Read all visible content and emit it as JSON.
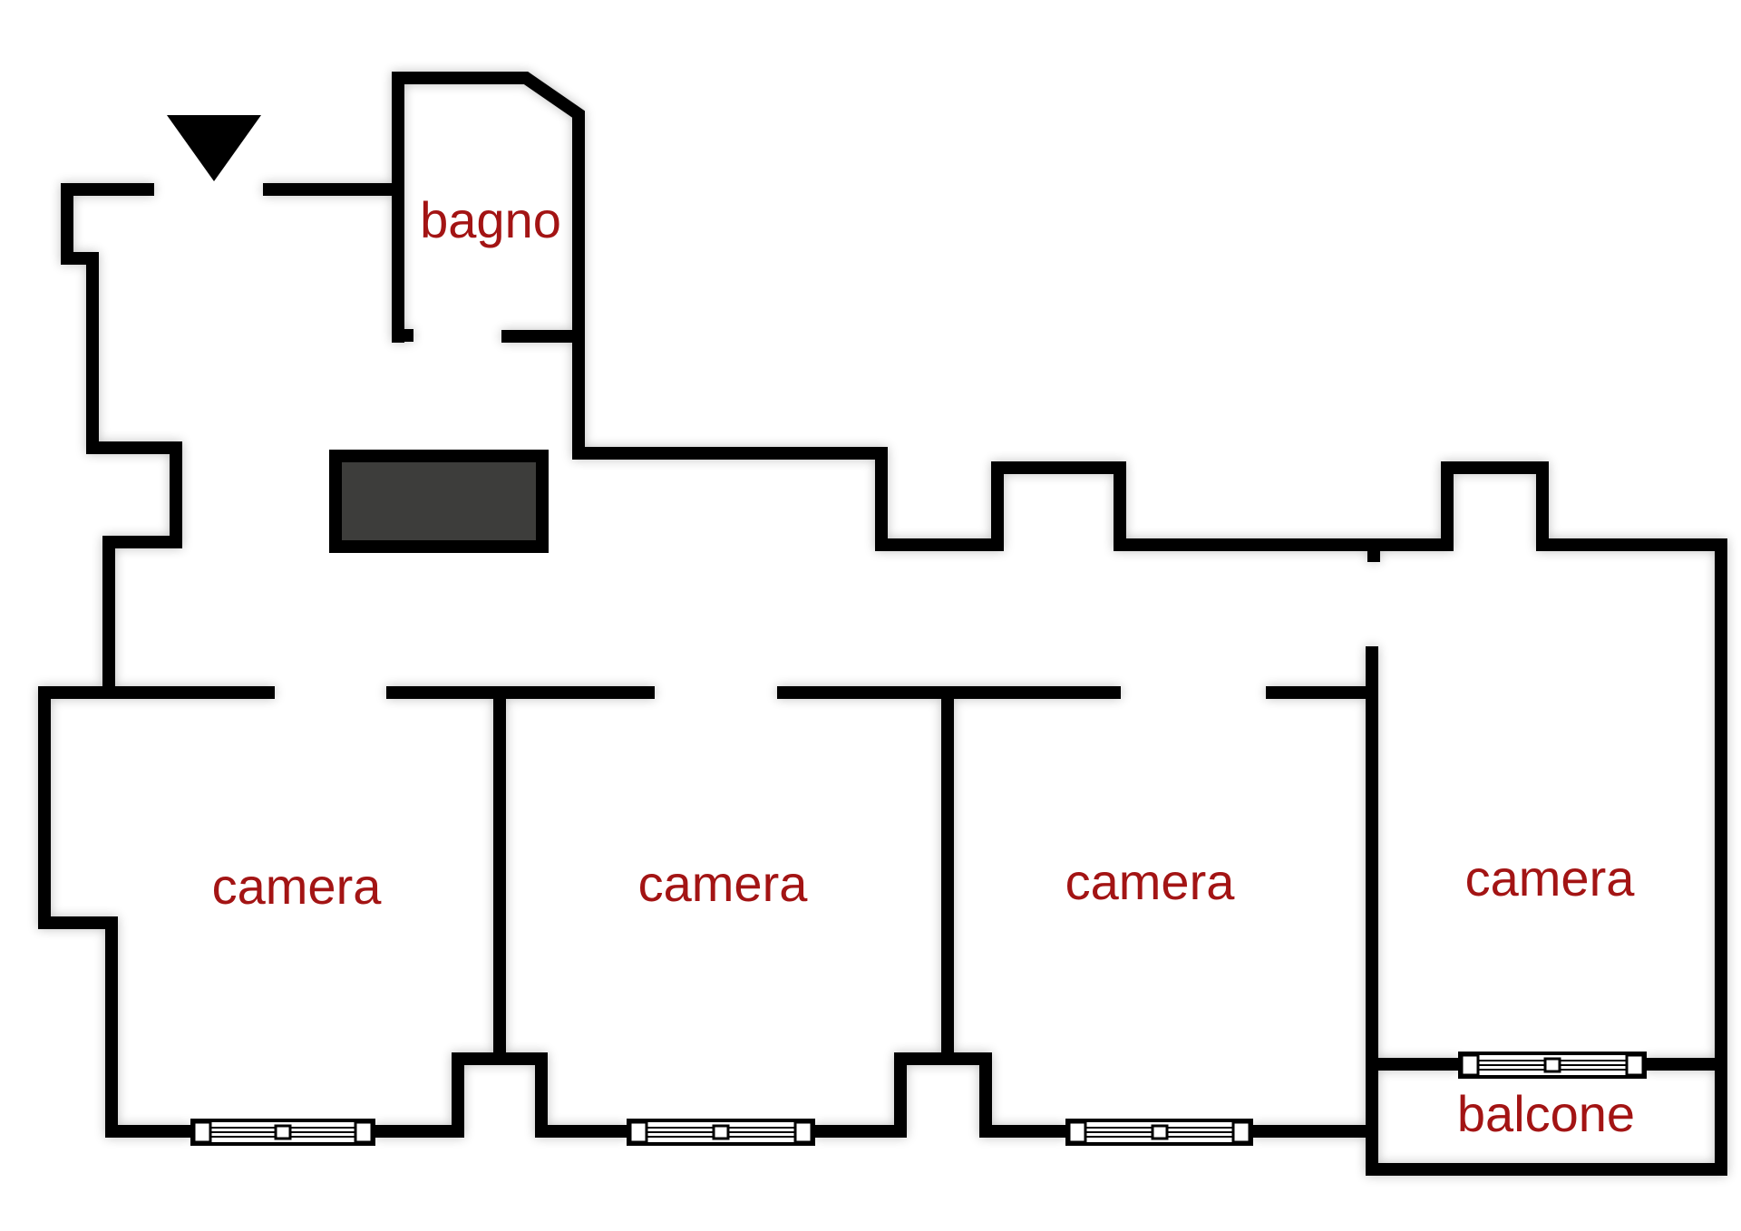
{
  "colors": {
    "wall": "#000000",
    "label": "#a31414",
    "chimney": "#3d3d3b",
    "background": "#ffffff"
  },
  "icons": {
    "entrance": "entrance-triangle-icon",
    "window": "window-icon"
  },
  "rooms": {
    "bagno": "bagno",
    "camera_1": "camera",
    "camera_2": "camera",
    "camera_3": "camera",
    "camera_4": "camera",
    "balcone": "balcone"
  }
}
